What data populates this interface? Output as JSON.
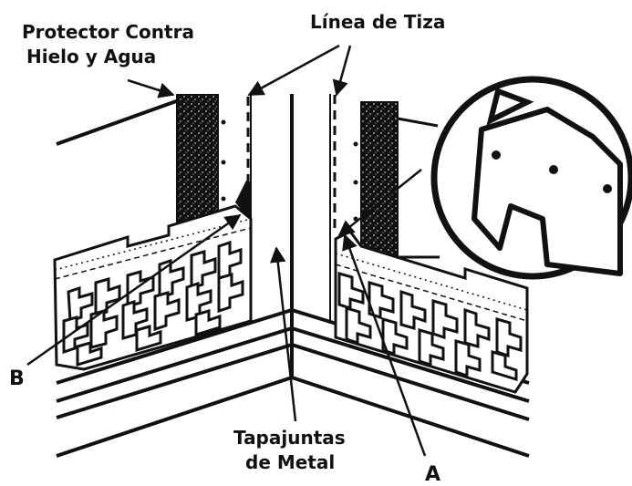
{
  "labels": {
    "ice_water_protector_line1": "Protector Contra",
    "ice_water_protector_line2": "Hielo y Agua",
    "chalk_line": "Línea de Tiza",
    "metal_flashing_line1": "Tapajuntas",
    "metal_flashing_line2": "de Metal",
    "marker_a": "A",
    "marker_b": "B"
  },
  "colors": {
    "ink": "#111111",
    "background": "#ffffff"
  }
}
